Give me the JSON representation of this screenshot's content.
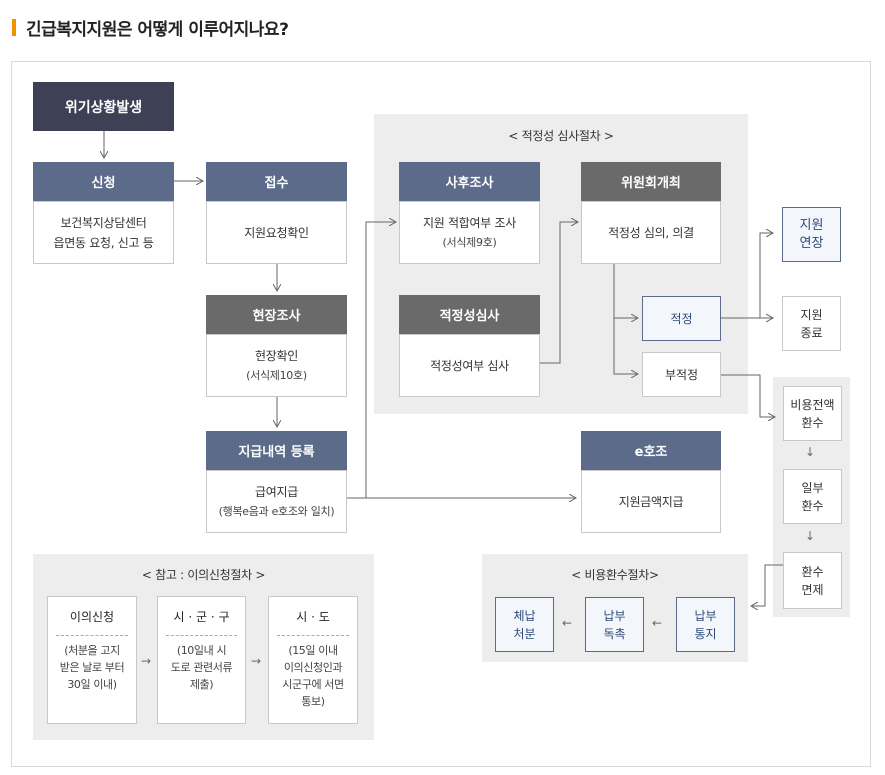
{
  "title": "긴급복지지원은 어떻게 이루어지나요?",
  "colors": {
    "accent": "#f39200",
    "blue_header": "#5b6b89",
    "gray_header": "#6a6a6a",
    "dark_header": "#3e4155"
  },
  "crisis": "위기상황발생",
  "apply": {
    "header": "신청",
    "line1": "보건복지상담센터",
    "line2": "읍면동 요청, 신고 등"
  },
  "receipt": {
    "header": "접수",
    "line1": "지원요청확인"
  },
  "site": {
    "header": "현장조사",
    "line1": "현장확인",
    "line2": "(서식제10호)"
  },
  "payment": {
    "header": "지급내역 등록",
    "line1": "급여지급",
    "line2": "(행복e음과 e호조와 일치)"
  },
  "review": {
    "label": "< 적정성 심사절차 >",
    "post": {
      "header": "사후조사",
      "line1": "지원 적합여부 조사",
      "line2": "(서식제9호)"
    },
    "committee": {
      "header": "위원회개최",
      "line1": "적정성 심의, 의결"
    },
    "adequacy": {
      "header": "적정성심사",
      "line1": "적정성여부 심사"
    },
    "proper": "적정",
    "improper": "부적정"
  },
  "extend": {
    "line1": "지원",
    "line2": "연장"
  },
  "end": {
    "line1": "지원",
    "line2": "종료"
  },
  "ehojo": {
    "header": "e호조",
    "line1": "지원금액지급"
  },
  "cost": [
    {
      "line1": "비용전액",
      "line2": "환수"
    },
    {
      "line1": "일부",
      "line2": "환수"
    },
    {
      "line1": "환수",
      "line2": "면제"
    }
  ],
  "refund": {
    "label": "< 비용환수절차>",
    "steps": [
      {
        "line1": "체납",
        "line2": "처분"
      },
      {
        "line1": "납부",
        "line2": "독촉"
      },
      {
        "line1": "납부",
        "line2": "통지"
      }
    ]
  },
  "objection": {
    "label": "< 참고 : 이의신청절차 >",
    "steps": [
      {
        "head": "이의신청",
        "lines": [
          "(처분을 고지",
          "받은 날로 부터",
          "30일 이내)"
        ]
      },
      {
        "head": "시 · 군 · 구",
        "lines": [
          "(10일내 시",
          "도로 관련서류",
          "제출)"
        ]
      },
      {
        "head": "시 · 도",
        "lines": [
          "(15일 이내",
          "이의신청인과",
          "시군구에 서면",
          "통보)"
        ]
      }
    ]
  },
  "arrows": {
    "down": "↓",
    "left": "←",
    "right": "→"
  }
}
